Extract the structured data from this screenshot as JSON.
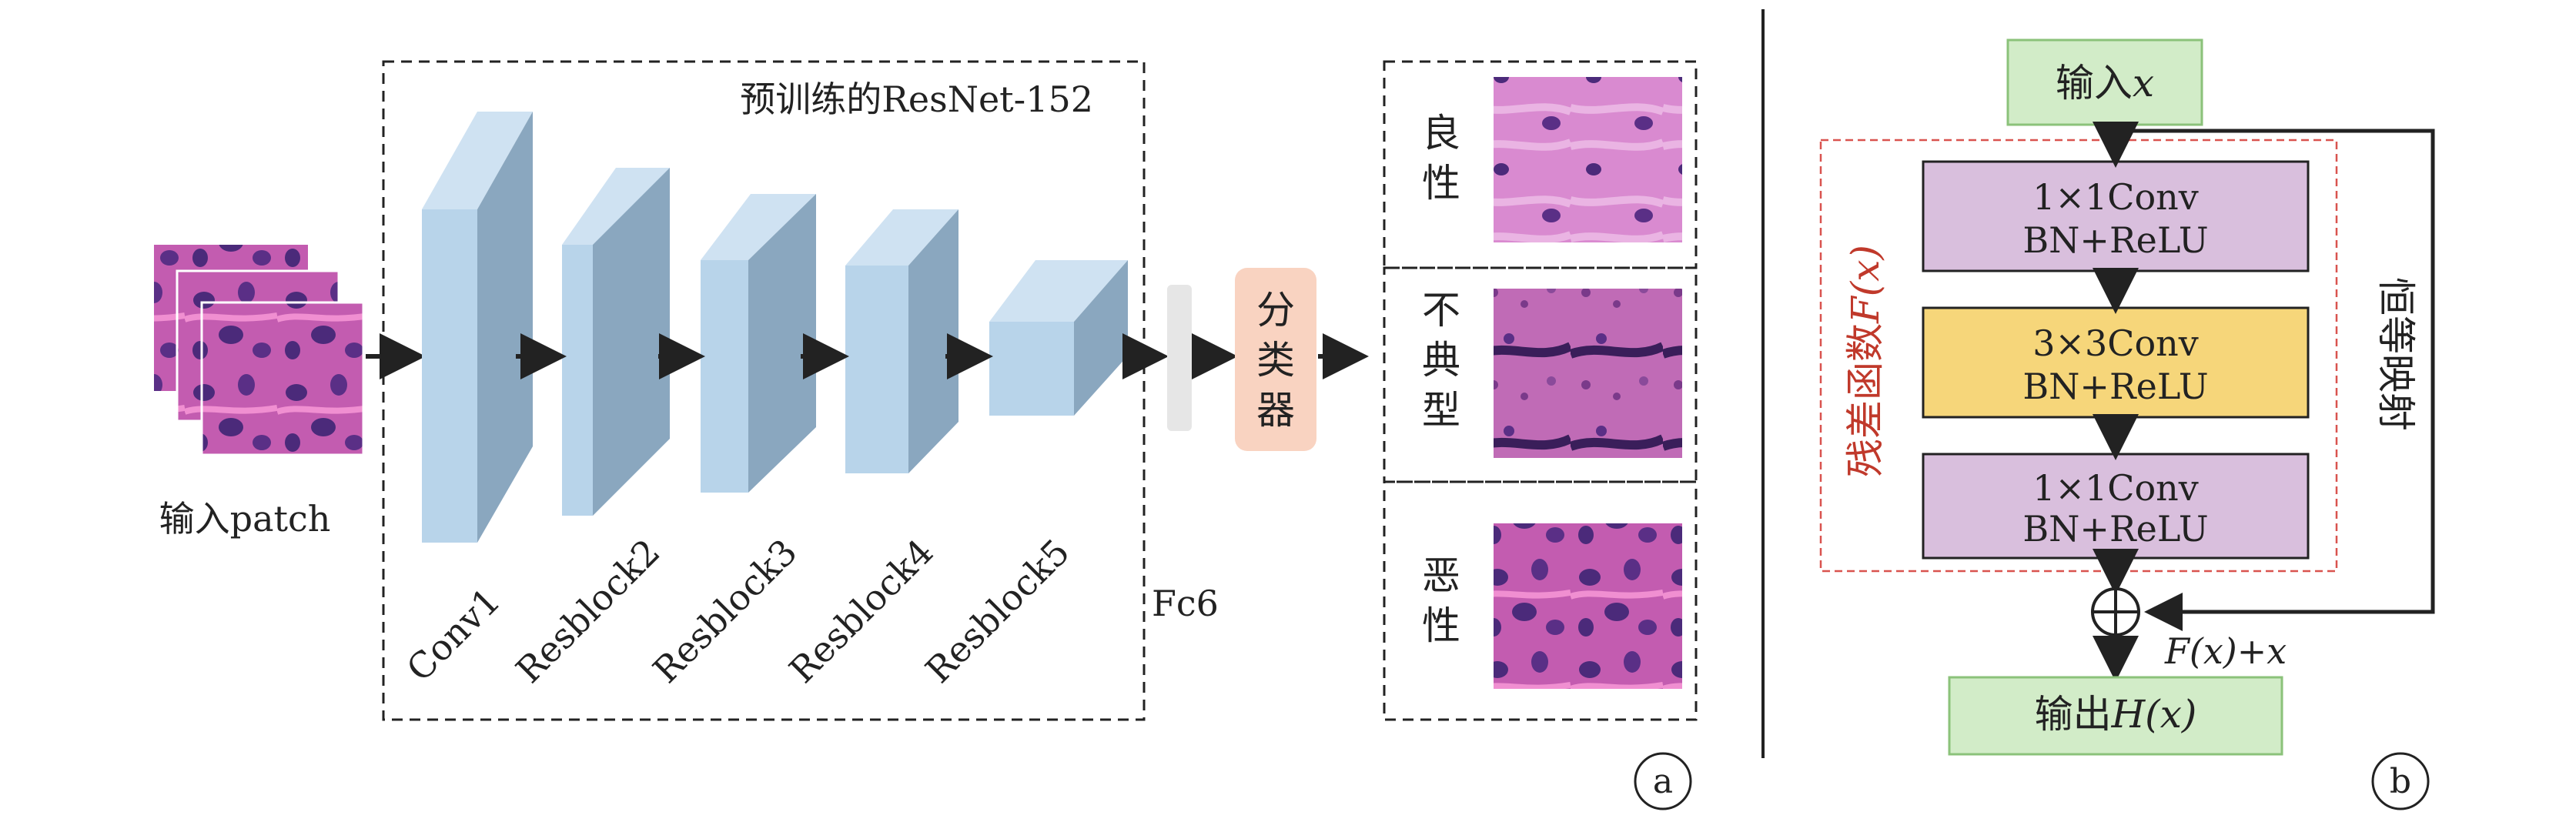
{
  "panel_a": {
    "input_label": "输入patch",
    "model_title": "预训练的ResNet-152",
    "blocks": [
      "Conv1",
      "Resblock2",
      "Resblock3",
      "Resblock4",
      "Resblock5"
    ],
    "fc_label": "Fc6",
    "classifier_chars": [
      "分",
      "类",
      "器"
    ],
    "classes": [
      {
        "chars": [
          "良",
          "性"
        ]
      },
      {
        "chars": [
          "不",
          "典",
          "型"
        ]
      },
      {
        "chars": [
          "恶",
          "性"
        ]
      }
    ],
    "panel_marker": "a"
  },
  "panel_b": {
    "input_prefix": "输入",
    "input_var": "x",
    "layers": [
      {
        "line1": "1×1Conv",
        "line2": "BN+ReLU",
        "color": "#d9bfdd"
      },
      {
        "line1": "3×3Conv",
        "line2": "BN+ReLU",
        "color": "#f6d67a"
      },
      {
        "line1": "1×1Conv",
        "line2": "BN+ReLU",
        "color": "#d9bfdd"
      }
    ],
    "residual_label_prefix": "残差函数",
    "residual_label_formula": "F(x)",
    "identity_label": "恒等映射",
    "sum_label": "F(x)+x",
    "output_prefix": "输出",
    "output_formula": "H(x)",
    "panel_marker": "b"
  },
  "colors": {
    "block_face": "#b8d4ea",
    "block_side": "#8aa7bf",
    "block_top": "#cfe2f2",
    "classifier_fill": "#f9d3c1",
    "fc_fill": "#e6e6e6",
    "io_box_fill": "#d2ecc8",
    "io_box_border": "#8bc27a",
    "residual_border": "#d9534f",
    "tissue_purple": "#b94aa8",
    "tissue_dark": "#4b2a7a",
    "tissue_pink": "#e46fb8"
  }
}
